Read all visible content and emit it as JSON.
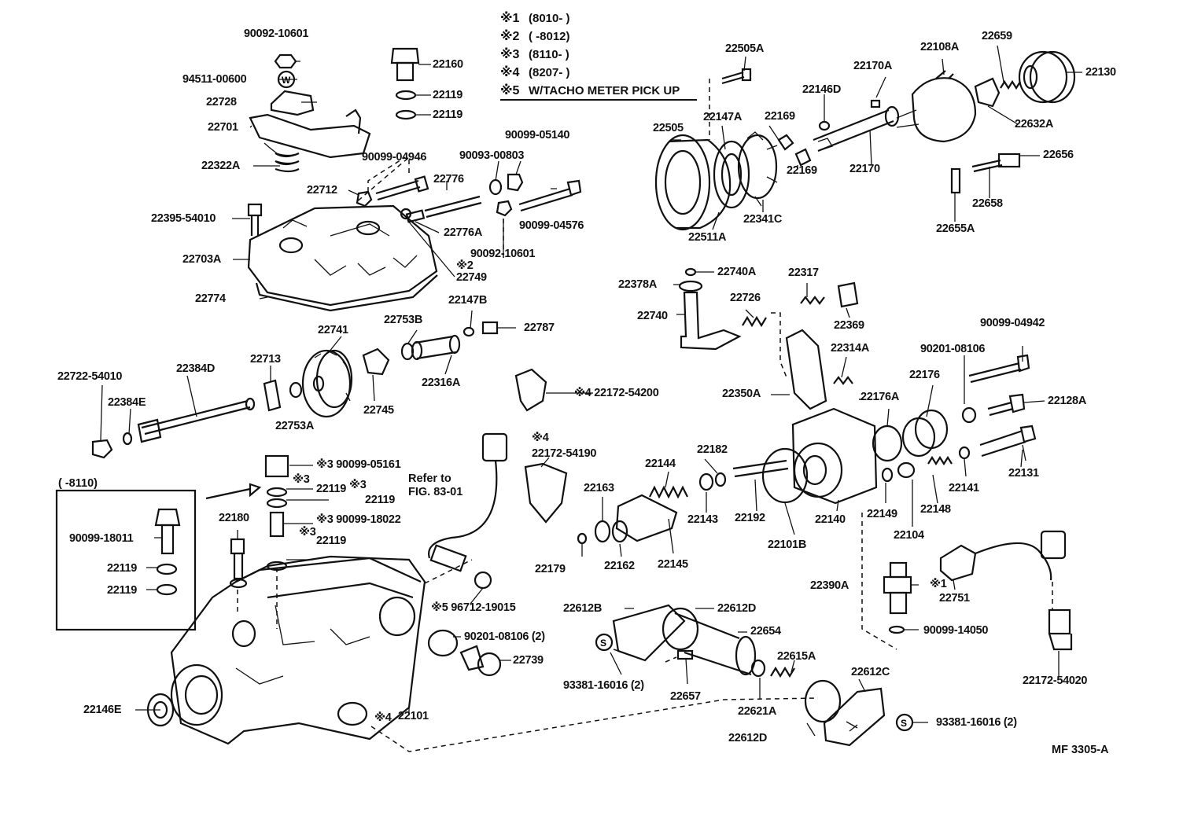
{
  "notes": [
    {
      "mark": "※1",
      "text": "(8010-        )"
    },
    {
      "mark": "※2",
      "text": "(        -8012)"
    },
    {
      "mark": "※3",
      "text": "(8110-        )"
    },
    {
      "mark": "※4",
      "text": "(8207-        )"
    },
    {
      "mark": "※5",
      "text": "W/TACHO METER PICK UP"
    }
  ],
  "inset_title": "(        -8110)",
  "refer_line1": "Refer to",
  "refer_line2": "FIG. 83-01",
  "figure_id": "MF 3305-A",
  "washer_mark": "W",
  "s_mark": "S",
  "parts": {
    "p90092_10601_top": "90092-10601",
    "p94511_00600": "94511-00600",
    "p22728": "22728",
    "p22701": "22701",
    "p22322A": "22322A",
    "p22395_54010": "22395-54010",
    "p22703A": "22703A",
    "p22774": "22774",
    "p22160": "22160",
    "p22119_a": "22119",
    "p22119_b": "22119",
    "p90099_04946": "90099-04946",
    "p22712": "22712",
    "p22776": "22776",
    "p90093_00803": "90093-00803",
    "p90099_05140": "90099-05140",
    "p22776A": "22776A",
    "p90099_04576": "90099-04576",
    "p90092_10601_mid": "90092-10601",
    "p22749": "※2 22749",
    "p22505A": "22505A",
    "p22505": "22505",
    "p22147A": "22147A",
    "p22169_a": "22169",
    "p22146D": "22146D",
    "p22170A": "22170A",
    "p22108A": "22108A",
    "p22659": "22659",
    "p22130": "22130",
    "p22632A": "22632A",
    "p22170": "22170",
    "p22169_b": "22169",
    "p22341C": "22341C",
    "p22511A": "22511A",
    "p22656": "22656",
    "p22658": "22658",
    "p22655A": "22655A",
    "p22741": "22741",
    "p22753B": "22753B",
    "p22147B": "22147B",
    "p22787": "22787",
    "p22722_54010": "22722-54010",
    "p22384D": "22384D",
    "p22713": "22713",
    "p22384E": "22384E",
    "p22745": "22745",
    "p22316A": "22316A",
    "p22753A": "22753A",
    "p22172_54200": "※4  22172-54200",
    "p22740A": "22740A",
    "p22378A": "22378A",
    "p22317": "22317",
    "p22726": "22726",
    "p22369": "22369",
    "p22740": "22740",
    "p22314A": "22314A",
    "p90201_08106_r": "90201-08106",
    "p90099_04942": "90099-04942",
    "p22350A": "22350A",
    "p22176A": "22176A",
    "p22176": "22176",
    "p22128A": "22128A",
    "p22172_54190_mark": "※4",
    "p22172_54190": "22172-54190",
    "p90099_05161": "※3  90099-05161",
    "p22119_c_mark": "※3",
    "p22119_c": "22119",
    "p22119_d_mark": "※3",
    "p22119_d": "22119",
    "p90099_18022": "※3  90099-18022",
    "p22119_e_mark": "※3",
    "p22119_e": "22119",
    "p22180": "22180",
    "p90099_18011": "90099-18011",
    "p22119_f": "22119",
    "p22119_g": "22119",
    "p22163": "22163",
    "p22144": "22144",
    "p22182": "22182",
    "p22143": "22143",
    "p22192": "22192",
    "p22140": "22140",
    "p22149": "22149",
    "p22148": "22148",
    "p22141": "22141",
    "p22131": "22131",
    "p22104": "22104",
    "p22179": "22179",
    "p22162": "22162",
    "p22145": "22145",
    "p22101B": "22101B",
    "p22390A": "22390A",
    "p22751_mark": "※1",
    "p22751": "22751",
    "p96712_19015": "※5 96712-19015",
    "p22612B": "22612B",
    "p22612D_top": "22612D",
    "p22654": "22654",
    "p90201_08106_l": "90201-08106 (2)",
    "p22739": "22739",
    "p90099_14050": "90099-14050",
    "p93381_16016_l": "93381-16016 (2)",
    "p22657": "22657",
    "p22615A": "22615A",
    "p22621A": "22621A",
    "p22612C": "22612C",
    "p22612D_bot": "22612D",
    "p93381_16016_r": "93381-16016 (2)",
    "p22146E": "22146E",
    "p22101_mark": "※4",
    "p22101": "22101",
    "p22172_54020": "22172-54020"
  }
}
